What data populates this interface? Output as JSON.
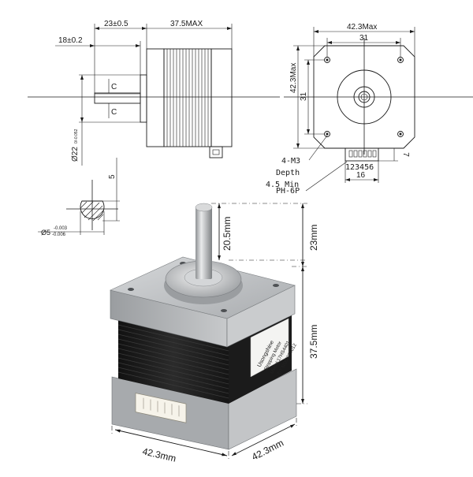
{
  "side_view": {
    "dim_flange": "23±0.5",
    "dim_body": "37.5MAX",
    "dim_boss": "18±0.2",
    "dim_pilot": "Ø22",
    "dim_pilot_tol": "0/-0.052",
    "flat_mark_top": "C",
    "flat_mark_bottom": "C"
  },
  "front_view": {
    "dim_width_max": "42.3Max",
    "dim_hole_spacing_h": "31",
    "dim_height_max": "42.3Max",
    "dim_hole_spacing_v": "31",
    "connector_pins": "123456",
    "dim_connector_width": "16",
    "dim_connector_height": "7"
  },
  "notes": {
    "screw": "4-M3",
    "depth": "Depth",
    "depth_value": "4.5 Min",
    "connector": "PH-6P"
  },
  "shaft_section": {
    "dim_flat": "5",
    "dim_diameter": "Ø5",
    "tol_upper": "-0.003",
    "tol_lower": "-0.006"
  },
  "photo_dims": {
    "shaft_length": "20.5mm",
    "shaft_total": "23mm",
    "body_height": "37.5mm",
    "width_left": "42.3mm",
    "width_right": "42.3mm"
  },
  "motor_label": {
    "line1": "Usongshine",
    "line2": "Stepping Motor",
    "line3": "Model:17HS4401",
    "line4": "LOT NO:2024012"
  },
  "colors": {
    "line": "#1a1a1a",
    "aluminum": "#b9bcbf",
    "body_black": "#1e1e1e",
    "shaft": "#c8c9cb"
  }
}
